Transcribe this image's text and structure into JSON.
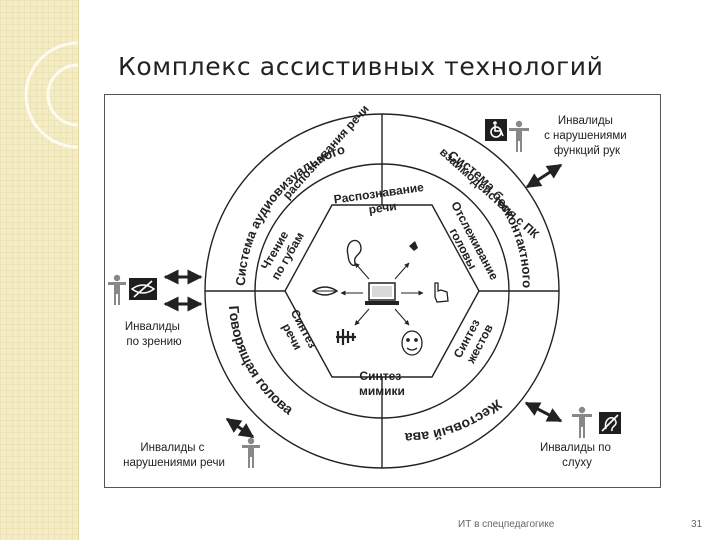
{
  "slide": {
    "title": "Комплекс ассистивных технологий",
    "footer": "ИТ в спецпедагогике",
    "page_number": "31"
  },
  "diagram": {
    "outer_ring": {
      "hearing_speech_system": [
        "Система аудиовизуального",
        "распознавания речи"
      ],
      "contactless_interaction": [
        "Система бесконтактного",
        "взаимодействия с ПК"
      ],
      "gesture_avatar": "Жестовый аватар",
      "talking_head": "Говорящая голова"
    },
    "middle_ring": {
      "lip_reading": [
        "Чтение",
        "по губам"
      ],
      "head_tracking": [
        "Отслеживание",
        "головы"
      ],
      "gesture_synthesis": [
        "Синтез",
        "жестов"
      ],
      "speech_synthesis": [
        "Синтез",
        "речи"
      ]
    },
    "hexagon": {
      "speech_recognition": [
        "Распознавание",
        "речи"
      ],
      "mimicry_synthesis": [
        "Синтез",
        "мимики"
      ]
    },
    "groups": {
      "arm_disability": [
        "Инвалиды",
        "с нарушениями",
        "функций рук"
      ],
      "vision_disability": [
        "Инвалиды",
        "по зрению"
      ],
      "speech_disability": [
        "Инвалиды с",
        "нарушениями речи"
      ],
      "hearing_disability": [
        "Инвалиды по",
        "слуху"
      ]
    },
    "colors": {
      "line": "#222222",
      "icon_fill": "#1e1e1e",
      "text": "#222222"
    }
  }
}
